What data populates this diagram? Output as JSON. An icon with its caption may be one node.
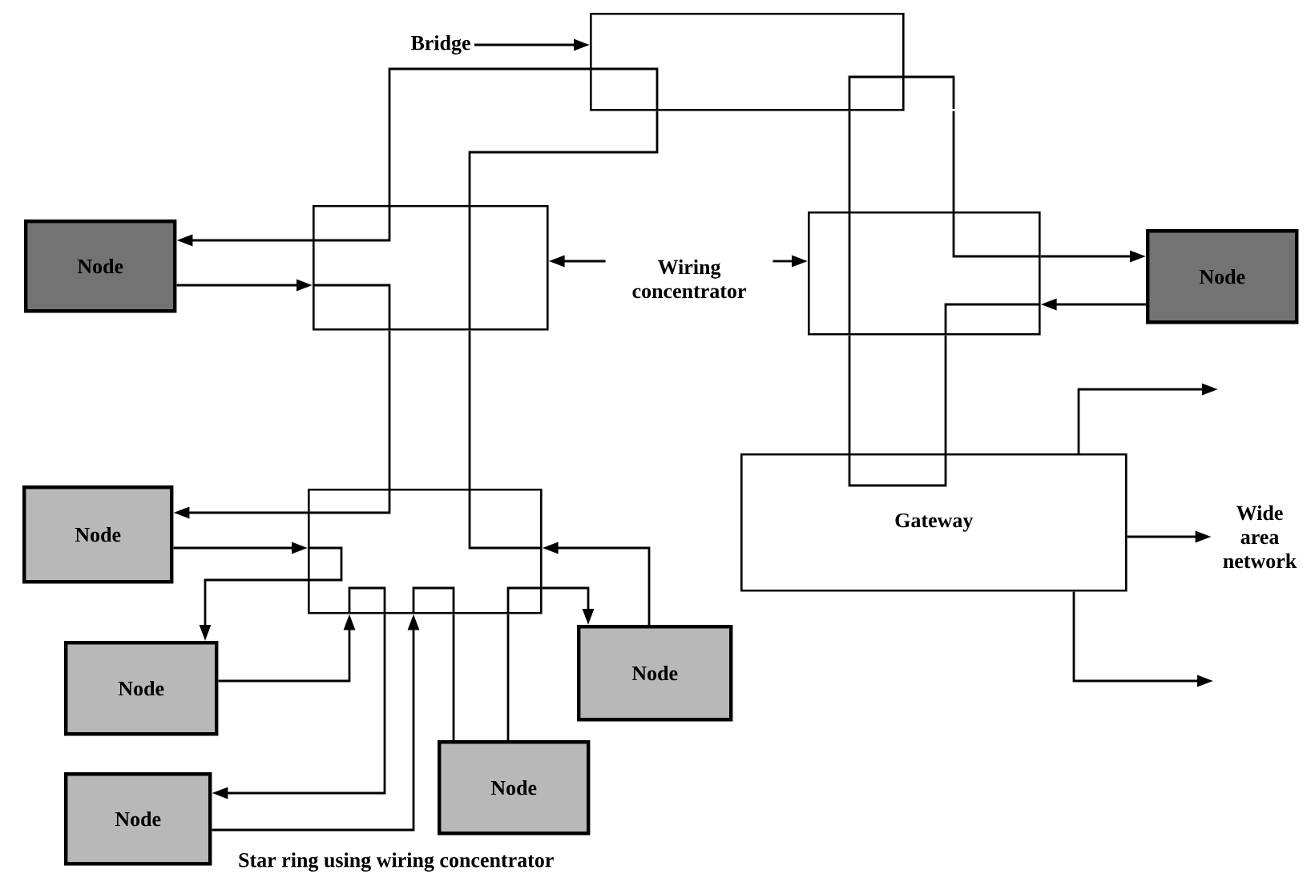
{
  "diagram": {
    "caption": "Star ring using wiring concentrator",
    "nodes": [
      {
        "text": [
          "Bridge"
        ]
      },
      {
        "text": [],
        "shape": "box"
      },
      {
        "text": [
          "Node"
        ]
      },
      {
        "text": [],
        "shape": "box"
      },
      {
        "text": [
          "Wiring concentrator"
        ]
      },
      {
        "text": [],
        "shape": "box"
      },
      {
        "text": [
          "Node"
        ]
      },
      {
        "text": [],
        "shape": "box"
      },
      {
        "text": [
          "Gateway"
        ]
      },
      {
        "text": [
          "Wide area network"
        ]
      },
      {
        "text": [
          "Node"
        ]
      },
      {
        "text": [
          "Node"
        ]
      },
      {
        "text": [
          "Node"
        ]
      },
      {
        "text": [
          "Node"
        ]
      },
      {
        "text": [
          "Node"
        ]
      }
    ],
    "edges": [
      {
        "from": 0,
        "to": 1,
        "arrow": "to"
      },
      {
        "from": 4,
        "to": 3,
        "arrow": "to"
      },
      {
        "from": 4,
        "to": 5,
        "arrow": "to"
      },
      {
        "from": 1,
        "to": 3,
        "arrow": "none"
      },
      {
        "from": 1,
        "to": 3,
        "arrow": "none"
      },
      {
        "from": 3,
        "to": 2,
        "arrow": "to"
      },
      {
        "from": 2,
        "to": 3,
        "arrow": "to"
      },
      {
        "from": 3,
        "to": 7,
        "arrow": "none"
      },
      {
        "from": 3,
        "to": 7,
        "arrow": "none"
      },
      {
        "from": 7,
        "to": 10,
        "arrow": "to"
      },
      {
        "from": 10,
        "to": 7,
        "arrow": "to"
      },
      {
        "from": 7,
        "to": 12,
        "arrow": "to"
      },
      {
        "from": 12,
        "to": 7,
        "arrow": "to"
      },
      {
        "from": 7,
        "to": 14,
        "arrow": "to"
      },
      {
        "from": 14,
        "to": 7,
        "arrow": "to"
      },
      {
        "from": 13,
        "to": 7,
        "arrow": "none"
      },
      {
        "from": 13,
        "to": 7,
        "arrow": "none"
      },
      {
        "from": 7,
        "to": 11,
        "arrow": "to"
      },
      {
        "from": 11,
        "to": 7,
        "arrow": "to"
      },
      {
        "from": 1,
        "to": 5,
        "arrow": "none"
      },
      {
        "from": 1,
        "to": 5,
        "arrow": "none"
      },
      {
        "from": 5,
        "to": 6,
        "arrow": "to"
      },
      {
        "from": 6,
        "to": 5,
        "arrow": "to"
      },
      {
        "from": 5,
        "to": 8,
        "arrow": "none"
      },
      {
        "from": 8,
        "to": 5,
        "arrow": "none"
      },
      {
        "from": 8,
        "to": null,
        "arrow": "to"
      },
      {
        "from": 8,
        "to": 9,
        "arrow": "to"
      },
      {
        "from": 8,
        "to": null,
        "arrow": "to"
      }
    ]
  }
}
